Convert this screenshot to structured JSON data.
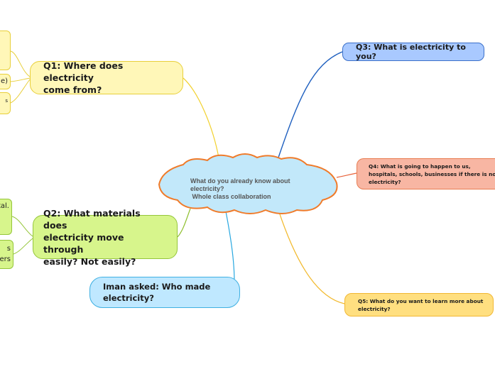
{
  "central": {
    "lines": [
      "What do you already know about",
      "electricity?",
      " Whole class collaboration"
    ],
    "fill": "#c2e8fa",
    "stroke": "#f07b2a"
  },
  "nodes": {
    "q1": {
      "lines": [
        "Q1: Where does electricity",
        "come from?"
      ]
    },
    "q2": {
      "lines": [
        "Q2: What materials does",
        "electricity move through",
        "easily? Not easily?"
      ]
    },
    "q3": {
      "lines": [
        "Q3: What is electricity to you?"
      ]
    },
    "q4": {
      "lines": [
        "Q4: What is going to happen to us,",
        "hospitals, schools, businesses if there is no",
        "electricity?"
      ]
    },
    "q5": {
      "lines": [
        "Q5: What do you want to learn more about",
        "electricity?"
      ]
    },
    "iman": {
      "lines": [
        "Iman asked: Who made",
        "electricity?"
      ]
    }
  },
  "leaves": {
    "l1": {
      "lines": [
        ""
      ]
    },
    "l2": {
      "lines": [
        "e)"
      ]
    },
    "l3": {
      "lines": [
        "s"
      ]
    },
    "l4": {
      "lines": [
        "tal."
      ]
    },
    "l5": {
      "lines": [
        "s",
        "ers"
      ]
    }
  },
  "colors": {
    "q1_branch": "#f2d12e",
    "q2_branch": "#8fbf2f",
    "q3_branch": "#1e5fbf",
    "q4_branch": "#e8633a",
    "q5_branch": "#f2b92c",
    "iman_branch": "#29a8e0"
  }
}
